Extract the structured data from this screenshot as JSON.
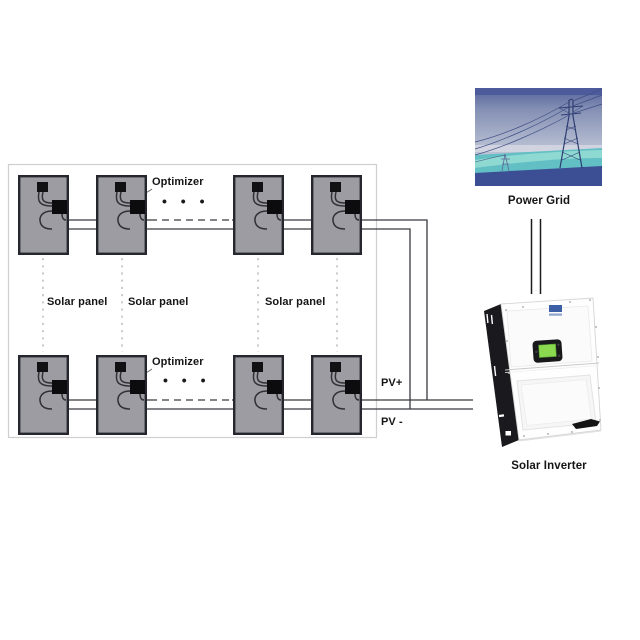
{
  "figure": {
    "type": "solar-pv-system-wiring-diagram"
  },
  "pv_array": {
    "rows_shown": 2,
    "panels_per_row_shown": 4,
    "continuation_dots_top": "• • •",
    "continuation_dots_bottom": "• • •",
    "labels": {
      "optimizer_top": "Optimizer",
      "optimizer_bottom": "Optimizer",
      "solar_panel_left": "Solar panel",
      "solar_panel_mid": "Solar panel",
      "solar_panel_right": "Solar panel"
    }
  },
  "string_outputs": {
    "pv_plus": "PV+",
    "pv_minus": "PV -"
  },
  "grid": {
    "label": "Power Grid",
    "illustration": "transmission-tower-landscape"
  },
  "inverter": {
    "label": "Solar Inverter",
    "illustration": "wall-mount-string-inverter-with-lcd"
  },
  "icons": {
    "solar-panel-icon": "gray rectangle with junction box and optimizer chip",
    "optimizer-icon": "black square chip",
    "transmission-tower-icon": "lattice pylon",
    "lcd-screen-icon": "green display"
  },
  "colors": {
    "background": "#ffffff",
    "panel_fill": "#9c9ca2",
    "panel_border": "#26262e",
    "wire": "#3a3a40",
    "dashed_guide": "#b3b3b3",
    "outer_border": "#cfcfcf",
    "text": "#151515",
    "inverter_side_dark": "#1a1a1e",
    "lcd_green": "#8bd94e",
    "logo_blue": "#3c5fa6",
    "grid_sky_top": "#56639c",
    "grid_teal": "#62bfc4",
    "grid_foreground_navy": "#3c4f95"
  }
}
